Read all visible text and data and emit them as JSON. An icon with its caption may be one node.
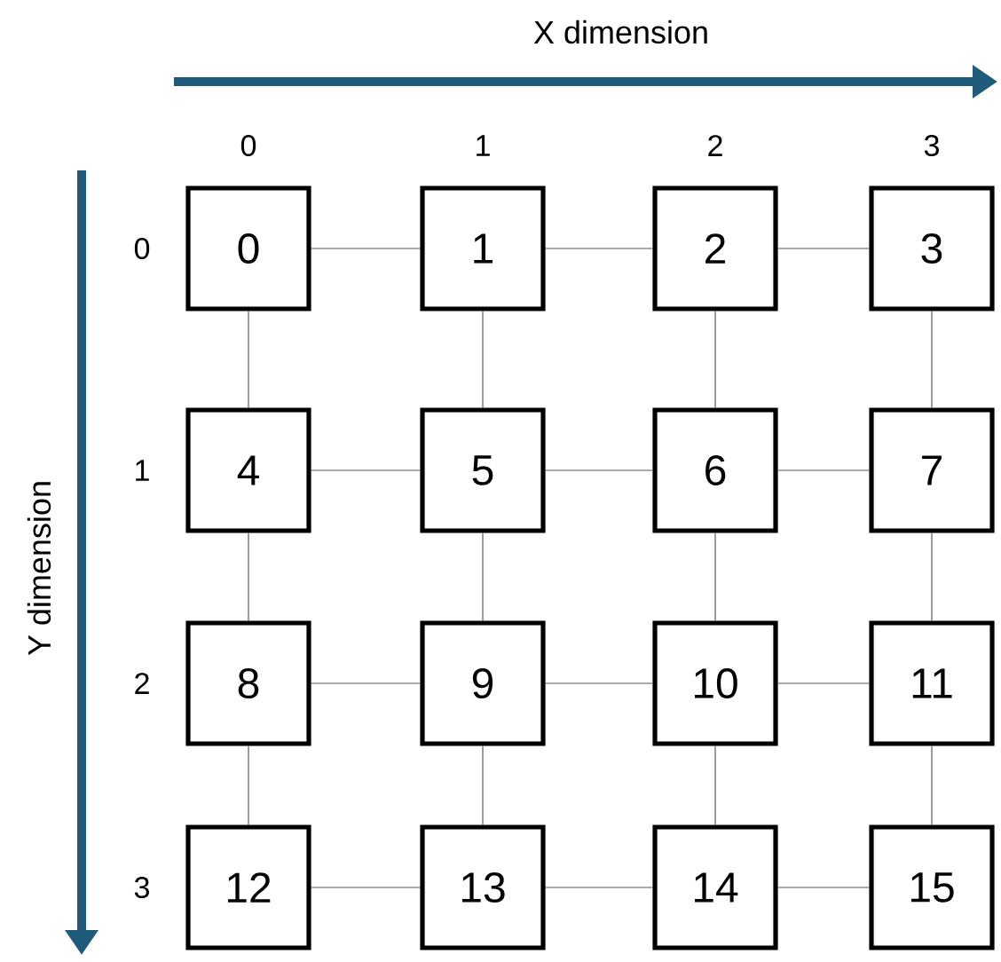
{
  "diagram": {
    "nodes": [
      {
        "text": [
          "0"
        ]
      },
      {
        "text": [
          "1"
        ]
      },
      {
        "text": [
          "2"
        ]
      },
      {
        "text": [
          "3"
        ]
      },
      {
        "text": [
          "4"
        ]
      },
      {
        "text": [
          "5"
        ]
      },
      {
        "text": [
          "6"
        ]
      },
      {
        "text": [
          "7"
        ]
      },
      {
        "text": [
          "8"
        ]
      },
      {
        "text": [
          "9"
        ]
      },
      {
        "text": [
          "10"
        ]
      },
      {
        "text": [
          "11"
        ]
      },
      {
        "text": [
          "12"
        ]
      },
      {
        "text": [
          "13"
        ]
      },
      {
        "text": [
          "14"
        ]
      },
      {
        "text": [
          "15"
        ]
      }
    ],
    "edges": [
      {
        "from": 0,
        "to": 1,
        "arrow": "none"
      },
      {
        "from": 1,
        "to": 2,
        "arrow": "none"
      },
      {
        "from": 2,
        "to": 3,
        "arrow": "none"
      },
      {
        "from": 4,
        "to": 5,
        "arrow": "none"
      },
      {
        "from": 5,
        "to": 6,
        "arrow": "none"
      },
      {
        "from": 6,
        "to": 7,
        "arrow": "none"
      },
      {
        "from": 8,
        "to": 9,
        "arrow": "none"
      },
      {
        "from": 9,
        "to": 10,
        "arrow": "none"
      },
      {
        "from": 10,
        "to": 11,
        "arrow": "none"
      },
      {
        "from": 12,
        "to": 13,
        "arrow": "none"
      },
      {
        "from": 13,
        "to": 14,
        "arrow": "none"
      },
      {
        "from": 14,
        "to": 15,
        "arrow": "none"
      },
      {
        "from": 0,
        "to": 4,
        "arrow": "none"
      },
      {
        "from": 4,
        "to": 8,
        "arrow": "none"
      },
      {
        "from": 8,
        "to": 12,
        "arrow": "none"
      },
      {
        "from": 1,
        "to": 5,
        "arrow": "none"
      },
      {
        "from": 5,
        "to": 9,
        "arrow": "none"
      },
      {
        "from": 9,
        "to": 13,
        "arrow": "none"
      },
      {
        "from": 2,
        "to": 6,
        "arrow": "none"
      },
      {
        "from": 6,
        "to": 10,
        "arrow": "none"
      },
      {
        "from": 10,
        "to": 14,
        "arrow": "none"
      },
      {
        "from": 3,
        "to": 7,
        "arrow": "none"
      },
      {
        "from": 7,
        "to": 11,
        "arrow": "none"
      },
      {
        "from": 11,
        "to": 15,
        "arrow": "none"
      }
    ],
    "labels": [
      "X dimension",
      "0",
      "1",
      "2",
      "3",
      "Y dimension",
      "0",
      "1",
      "2",
      "3"
    ]
  }
}
